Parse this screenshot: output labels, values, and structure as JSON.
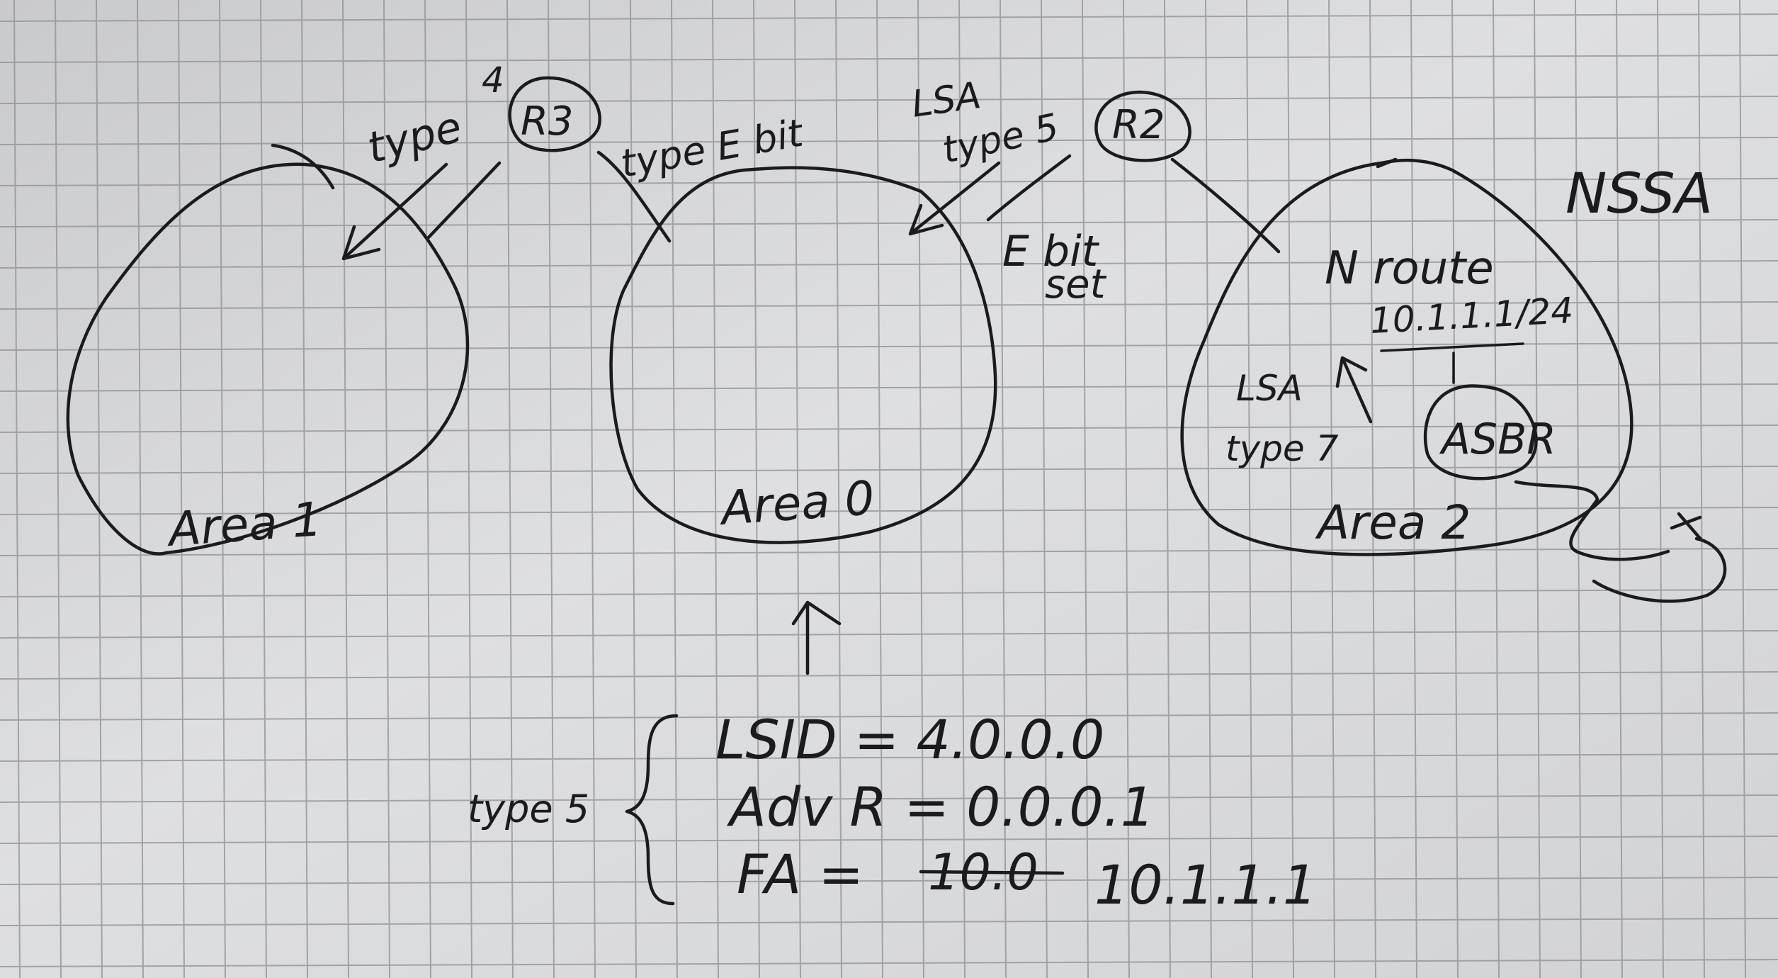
{
  "routers": {
    "r3": "R3",
    "r2": "R2",
    "asbr": "ASBR"
  },
  "areas": {
    "area1": "Area 1",
    "area0": "Area 0",
    "area2": "Area 2"
  },
  "labels": {
    "type4_lsa": "type",
    "type4_num": "4",
    "type_e_bit": "type E bit",
    "lsa_type5_top": "LSA",
    "lsa_type5_bottom": "type 5",
    "e_bit_top": "E bit",
    "e_bit_bottom": "set",
    "nssa": "NSSA",
    "n_route": "N route",
    "prefix": "10.1.1.1/24",
    "lsa_type7_top": "LSA",
    "lsa_type7_bottom": "type 7"
  },
  "type5_block": {
    "brace_label": "type 5",
    "lsid": "LSID = 4.0.0.0",
    "adv_r": "Adv R = 0.0.0.1",
    "fa_prefix": "FA =",
    "fa_struck": "10.0",
    "fa_value": "10.1.1.1"
  }
}
